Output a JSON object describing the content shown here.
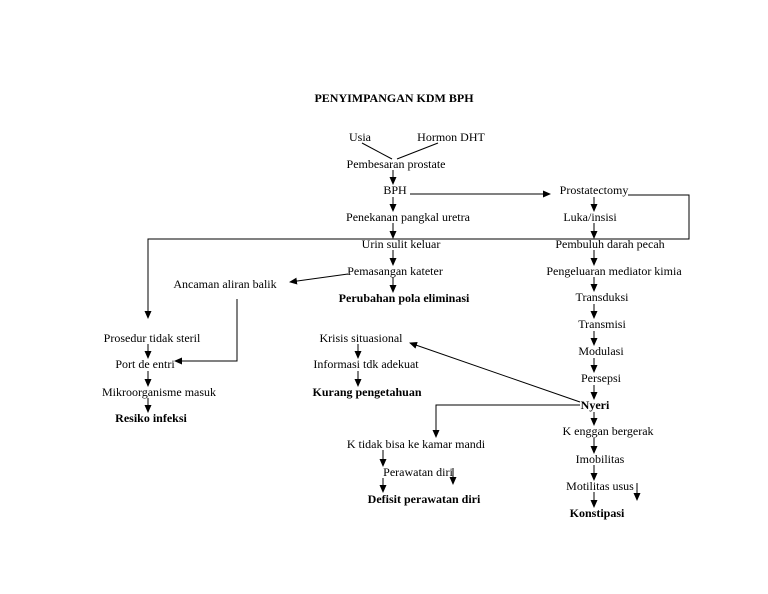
{
  "title": "PENYIMPANGAN KDM BPH",
  "nodes": {
    "usia": "Usia",
    "hormon_dht": "Hormon DHT",
    "pembesaran_prostate": "Pembesaran prostate",
    "bph": "BPH",
    "prostatectomy": "Prostatectomy",
    "penekanan": "Penekanan pangkal uretra",
    "luka_insisi": "Luka/insisi",
    "urin_sulit": "Urin sulit keluar",
    "pembuluh_darah": "Pembuluh darah pecah",
    "ancaman": "Ancaman aliran balik",
    "pemasangan_kateter": "Pemasangan kateter",
    "mediator_kimia": "Pengeluaran mediator kimia",
    "perubahan_pola": "Perubahan pola eliminasi",
    "transduksi": "Transduksi",
    "prosedur": "Prosedur tidak steril",
    "krisis": "Krisis situasional",
    "transmisi": "Transmisi",
    "port_entri": "Port de entri",
    "informasi": "Informasi tdk adekuat",
    "modulasi": "Modulasi",
    "mikroorganisme": "Mikroorganisme masuk",
    "kurang_pengetahuan": "Kurang pengetahuan",
    "persepsi": "Persepsi",
    "resiko_infeksi": "Resiko infeksi",
    "nyeri": "Nyeri",
    "k_enggan": "K enggan bergerak",
    "k_tidak_bisa": "K tidak bisa ke kamar mandi",
    "imobilitas": "Imobilitas",
    "perawatan_diri": "Perawatan diri",
    "motilitas": "Motilitas usus",
    "defisit": "Defisit perawatan diri",
    "konstipasi": "Konstipasi"
  }
}
